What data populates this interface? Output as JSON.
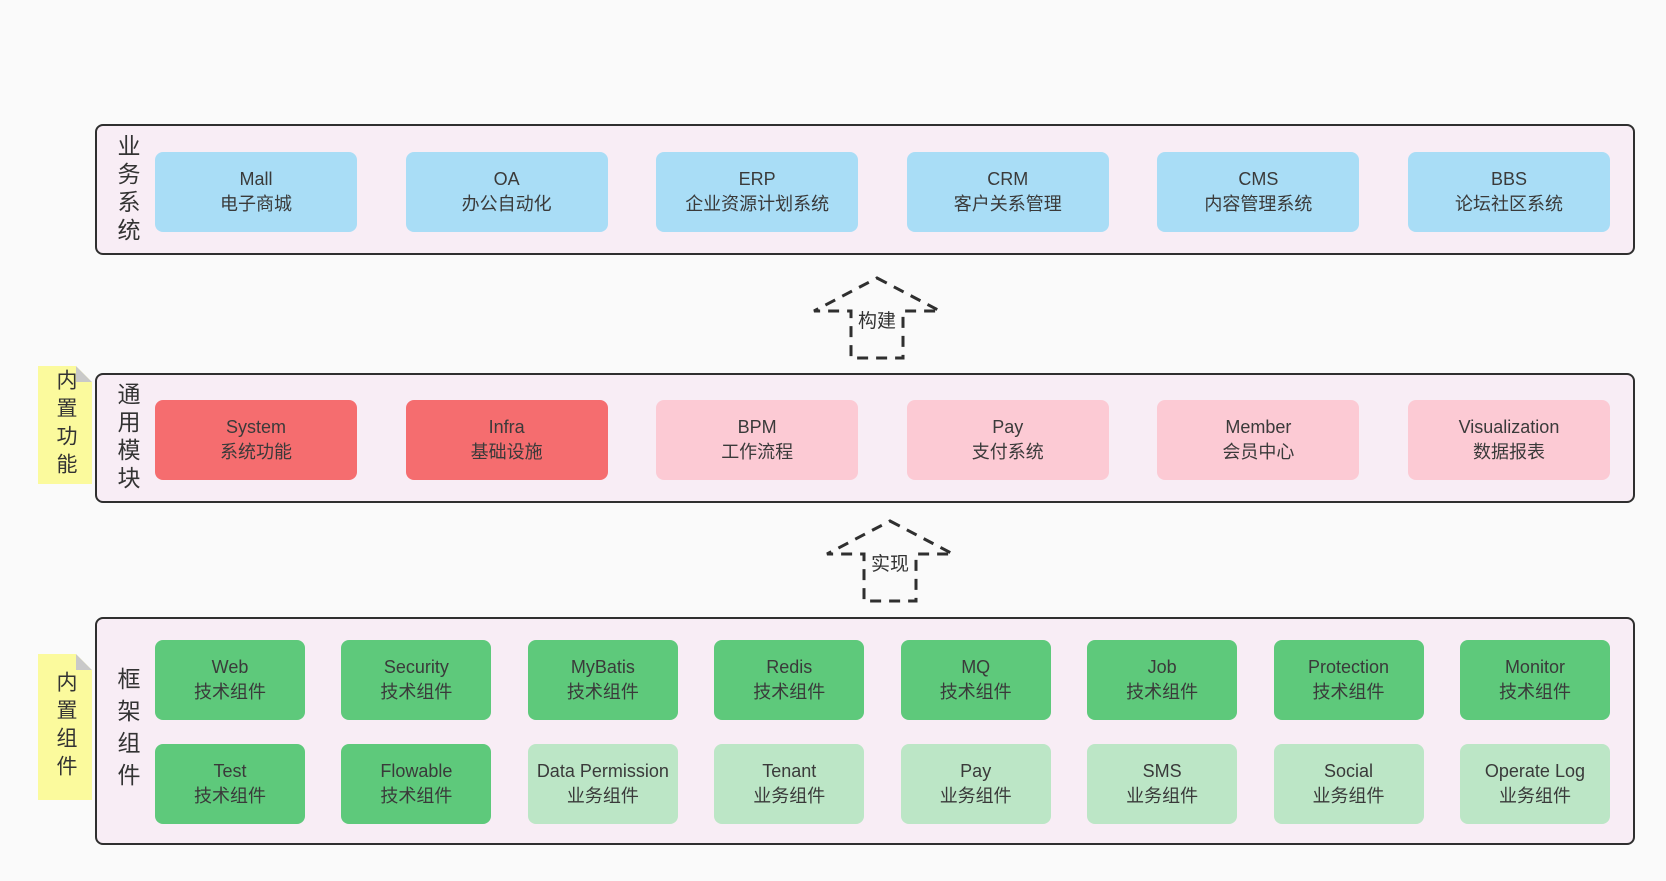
{
  "colors": {
    "page_bg": "#fafafa",
    "panel_bg": "#f8edf5",
    "border": "#2f2f2f",
    "blue": "#a9ddf6",
    "red": "#f56d6f",
    "pink": "#fccad4",
    "green": "#5ec97b",
    "lightgreen": "#bce6c6",
    "note_bg": "#fbfa9d",
    "fold": "#c9c9c9"
  },
  "arrows": [
    {
      "label": "构建"
    },
    {
      "label": "实现"
    }
  ],
  "sections": [
    {
      "id": "business-systems",
      "label": "业务系统",
      "rows": [
        [
          {
            "en": "Mall",
            "zh": "电子商城",
            "variant": "blue"
          },
          {
            "en": "OA",
            "zh": "办公自动化",
            "variant": "blue"
          },
          {
            "en": "ERP",
            "zh": "企业资源计划系统",
            "variant": "blue"
          },
          {
            "en": "CRM",
            "zh": "客户关系管理",
            "variant": "blue"
          },
          {
            "en": "CMS",
            "zh": "内容管理系统",
            "variant": "blue"
          },
          {
            "en": "BBS",
            "zh": "论坛社区系统",
            "variant": "blue"
          }
        ]
      ]
    },
    {
      "id": "common-modules",
      "label": "通用模块",
      "note": "内置功能",
      "rows": [
        [
          {
            "en": "System",
            "zh": "系统功能",
            "variant": "red"
          },
          {
            "en": "Infra",
            "zh": "基础设施",
            "variant": "red"
          },
          {
            "en": "BPM",
            "zh": "工作流程",
            "variant": "pink"
          },
          {
            "en": "Pay",
            "zh": "支付系统",
            "variant": "pink"
          },
          {
            "en": "Member",
            "zh": "会员中心",
            "variant": "pink"
          },
          {
            "en": "Visualization",
            "zh": "数据报表",
            "variant": "pink"
          }
        ]
      ]
    },
    {
      "id": "framework-components",
      "label": "框架组件",
      "note": "内置组件",
      "rows": [
        [
          {
            "en": "Web",
            "zh": "技术组件",
            "variant": "green"
          },
          {
            "en": "Security",
            "zh": "技术组件",
            "variant": "green"
          },
          {
            "en": "MyBatis",
            "zh": "技术组件",
            "variant": "green"
          },
          {
            "en": "Redis",
            "zh": "技术组件",
            "variant": "green"
          },
          {
            "en": "MQ",
            "zh": "技术组件",
            "variant": "green"
          },
          {
            "en": "Job",
            "zh": "技术组件",
            "variant": "green"
          },
          {
            "en": "Protection",
            "zh": "技术组件",
            "variant": "green"
          },
          {
            "en": "Monitor",
            "zh": "技术组件",
            "variant": "green"
          }
        ],
        [
          {
            "en": "Test",
            "zh": "技术组件",
            "variant": "green"
          },
          {
            "en": "Flowable",
            "zh": "技术组件",
            "variant": "green"
          },
          {
            "en": "Data Permission",
            "zh": "业务组件",
            "variant": "lightgreen"
          },
          {
            "en": "Tenant",
            "zh": "业务组件",
            "variant": "lightgreen"
          },
          {
            "en": "Pay",
            "zh": "业务组件",
            "variant": "lightgreen"
          },
          {
            "en": "SMS",
            "zh": "业务组件",
            "variant": "lightgreen"
          },
          {
            "en": "Social",
            "zh": "业务组件",
            "variant": "lightgreen"
          },
          {
            "en": "Operate Log",
            "zh": "业务组件",
            "variant": "lightgreen"
          }
        ]
      ]
    }
  ]
}
